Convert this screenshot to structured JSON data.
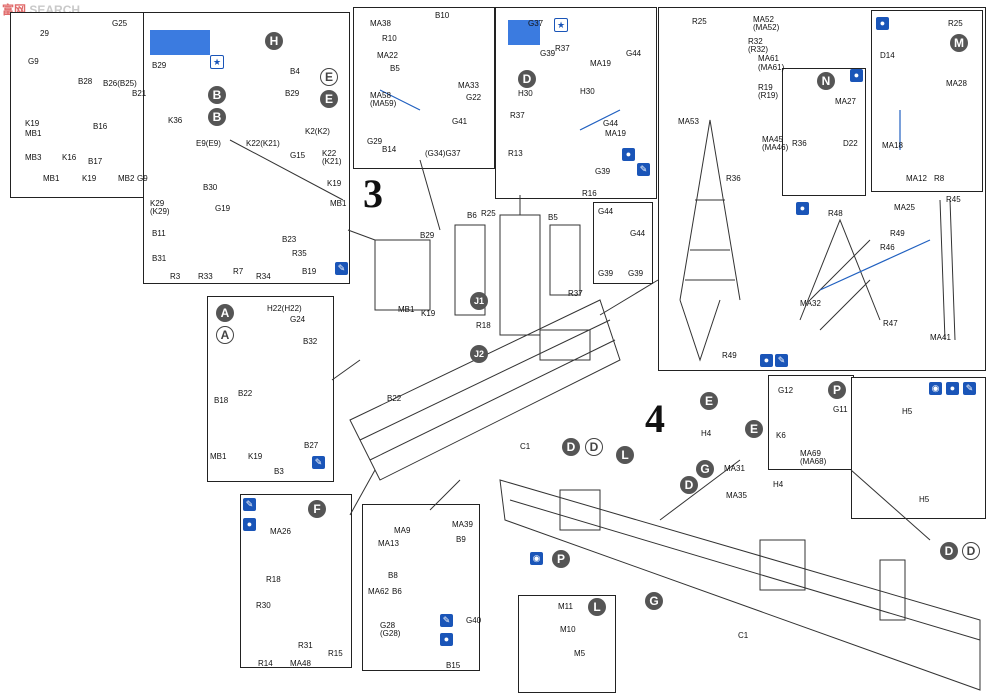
{
  "watermark": {
    "brand": "富",
    "name": "网",
    "search": "SEARCH"
  },
  "steps": {
    "s3": "3",
    "s4": "4"
  },
  "circles": {
    "H": "H",
    "E": "E",
    "B": "B",
    "A": "A",
    "F": "F",
    "D": "D",
    "J1": "J1",
    "J2": "J2",
    "L": "L",
    "G": "G",
    "P": "P",
    "M": "M",
    "N": "N"
  },
  "labels": [
    "G25",
    "29",
    "G9",
    "B28",
    "B26(B25)",
    "B21",
    "K19",
    "MB1",
    "B16",
    "MB3",
    "K16",
    "B17",
    "MB1",
    "K19",
    "MB2",
    "G9",
    "B29",
    "B4",
    "B29",
    "K36",
    "E9(E9)",
    "K22(K21)",
    "K2(K2)",
    "G15",
    "K22",
    "(K21)",
    "B30",
    "G19",
    "K19",
    "MB1",
    "K29",
    "(K29)",
    "B11",
    "B31",
    "R3",
    "R33",
    "R7",
    "R34",
    "B23",
    "R35",
    "B19",
    "MA38",
    "R10",
    "B10",
    "MA22",
    "B5",
    "MA58",
    "(MA59)",
    "MA33",
    "G22",
    "G41",
    "G29",
    "B14",
    "(G34)G37",
    "G37",
    "G39",
    "MA19",
    "G44",
    "R37",
    "H30",
    "H30",
    "R37",
    "G44",
    "MA19",
    "R13",
    "G39",
    "R16",
    "G44",
    "G44",
    "G39",
    "G39",
    "R25",
    "MA52",
    "(MA52)",
    "R32",
    "(R32)",
    "MA61",
    "(MA61)",
    "R19",
    "(R19)",
    "MA53",
    "MA27",
    "R36",
    "D22",
    "MA45",
    "(MA46)",
    "R36",
    "R25",
    "D14",
    "MA28",
    "MA18",
    "MA12",
    "R8",
    "R48",
    "MA25",
    "R45",
    "R49",
    "R46",
    "MA32",
    "R47",
    "MA41",
    "R49",
    "B6",
    "R25",
    "B5",
    "B29",
    "MB1",
    "K19",
    "R18",
    "R37",
    "B22",
    "H22(H22)",
    "G24",
    "B32",
    "B22",
    "B18",
    "B27",
    "MB1",
    "K19",
    "B3",
    "C1",
    "MA26",
    "R18",
    "R30",
    "R31",
    "R14",
    "MA48",
    "R15",
    "MA9",
    "MA39",
    "MA13",
    "B9",
    "B8",
    "MA62",
    "B6",
    "G40",
    "G28",
    "(G28)",
    "B15",
    "H4",
    "MA31",
    "MA35",
    "H4",
    "G12",
    "G11",
    "K6",
    "MA69",
    "(MA68)",
    "H5",
    "H5",
    "C1",
    "M11",
    "M10",
    "M5"
  ]
}
